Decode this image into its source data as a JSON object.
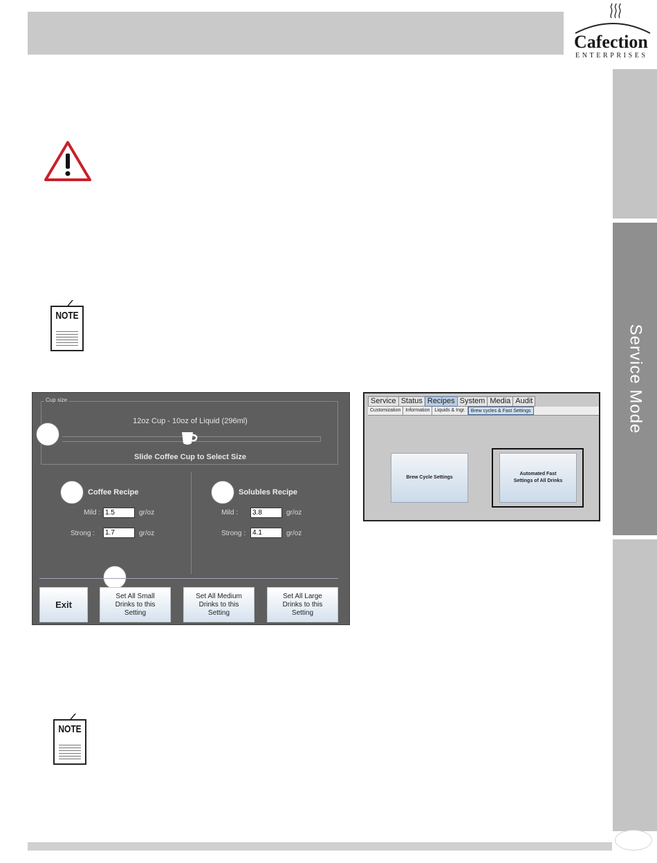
{
  "logo": {
    "name": "Cafection",
    "subtitle": "ENTERPRISES"
  },
  "side_tab": {
    "label": "Service Mode"
  },
  "icons": {
    "warning": "warning-triangle-icon",
    "note": "note-icon",
    "note_word": "NOTE"
  },
  "left_screen": {
    "cup_group_label": "Cup size",
    "cup_size_text": "12oz Cup - 10oz of Liquid (296ml)",
    "slider_hint": "Slide Coffee Cup to Select Size",
    "coffee": {
      "title": "Coffee Recipe",
      "mild_label": "Mild :",
      "mild_value": "1.5",
      "strong_label": "Strong :",
      "strong_value": "1.7",
      "unit": "gr/oz"
    },
    "solubles": {
      "title": "Solubles Recipe",
      "mild_label": "Mild :",
      "mild_value": "3.8",
      "strong_label": "Strong :",
      "strong_value": "4.1",
      "unit": "gr/oz"
    },
    "buttons": {
      "exit": "Exit",
      "small": "Set All Small\nDrinks to this\nSetting",
      "medium": "Set All Medium\nDrinks to this\nSetting",
      "large": "Set All Large\nDrinks to this\nSetting"
    }
  },
  "right_screen": {
    "tabs": [
      "Service",
      "Status",
      "Recipes",
      "System",
      "Media",
      "Audit"
    ],
    "active_tab": "Recipes",
    "sub_tabs": [
      "Customization",
      "Information",
      "Liquids & Ingr.",
      "Brew cycles & Fast Settings"
    ],
    "active_sub_tab": "Brew cycles & Fast Settings",
    "brew_cycle_button": "Brew Cycle Settings",
    "automated_button": "Automated Fast\nSettings of All Drinks"
  }
}
